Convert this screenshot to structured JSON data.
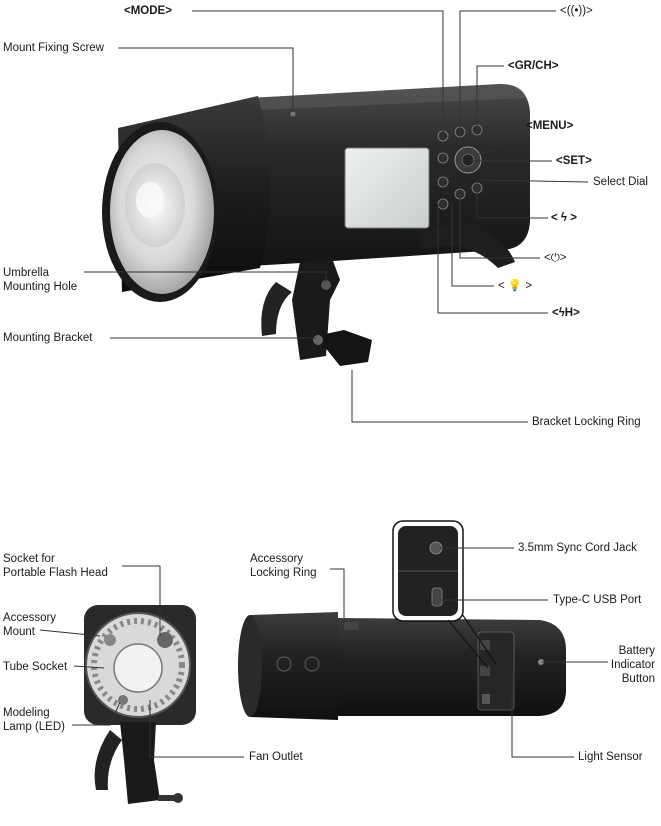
{
  "diagram": {
    "top_section": {
      "labels": {
        "mode": "<MODE>",
        "wireless": "<((•))>",
        "gr_ch": "<GR/CH>",
        "menu": "<MENU>",
        "set": "<SET>",
        "select_dial": "Select Dial",
        "flash": "< ϟ >",
        "power": "<⏻>",
        "modeling_lamp": "< 💡 >",
        "hss": "<ϟH>",
        "mount_fixing_screw": "Mount Fixing Screw",
        "umbrella_mounting_hole": "Umbrella\nMounting Hole",
        "mounting_bracket": "Mounting Bracket",
        "bracket_locking_ring": "Bracket Locking Ring"
      }
    },
    "bottom_section": {
      "labels": {
        "socket_portable_flash_head": "Socket for\nPortable Flash Head",
        "accessory_mount": "Accessory\nMount",
        "tube_socket": "Tube Socket",
        "modeling_lamp_led": "Modeling\nLamp (LED)",
        "fan_outlet": "Fan Outlet",
        "accessory_locking_ring": "Accessory\nLocking Ring",
        "sync_cord_jack": "3.5mm Sync Cord Jack",
        "usb_port": "Type-C USB Port",
        "battery_indicator_button": "Battery\nIndicator\nButton",
        "light_sensor": "Light Sensor"
      }
    }
  }
}
